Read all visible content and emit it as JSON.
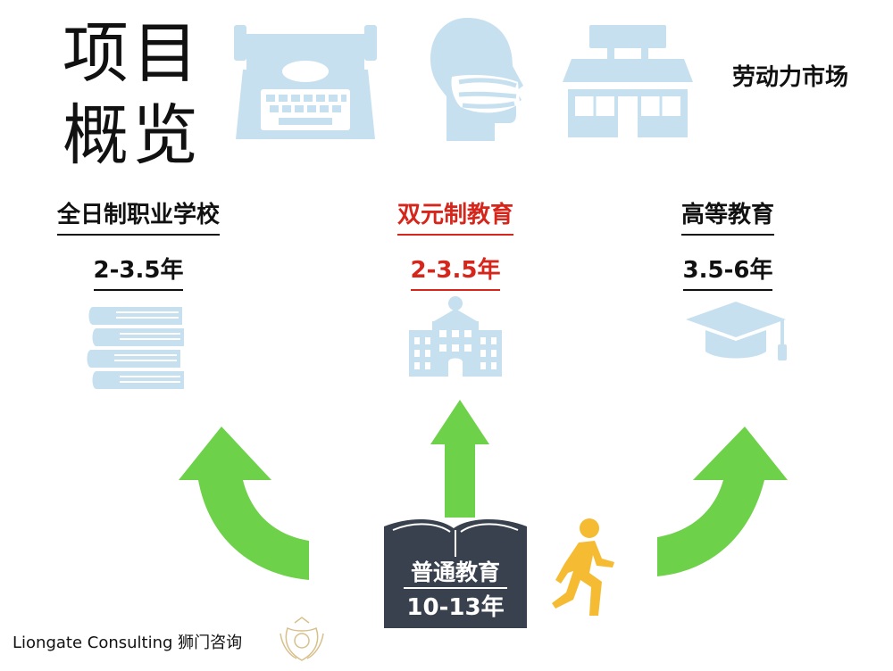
{
  "title": {
    "line1": "项目",
    "line2": "概览"
  },
  "labor_market": "劳动力市场",
  "paths": {
    "left": {
      "name": "全日制职业学校",
      "duration": "2-3.5年"
    },
    "middle": {
      "name": "双元制教育",
      "duration": "2-3.5年"
    },
    "right": {
      "name": "高等教育",
      "duration": "3.5-6年"
    }
  },
  "base": {
    "name": "普通教育",
    "duration": "10-13年"
  },
  "footer": "Liongate Consulting 狮门咨询",
  "colors": {
    "icon_light_blue": "#c6e0ef",
    "arrow_green": "#6ed14a",
    "highlight_red": "#d6261c",
    "book_dark": "#39404e",
    "runner_yellow": "#f5bb33"
  },
  "icons": [
    "typewriter-icon",
    "masked-head-icon",
    "shop-icon",
    "books-stack-icon",
    "school-building-icon",
    "graduation-cap-icon",
    "open-book-icon",
    "runner-icon",
    "lion-crest-logo"
  ]
}
